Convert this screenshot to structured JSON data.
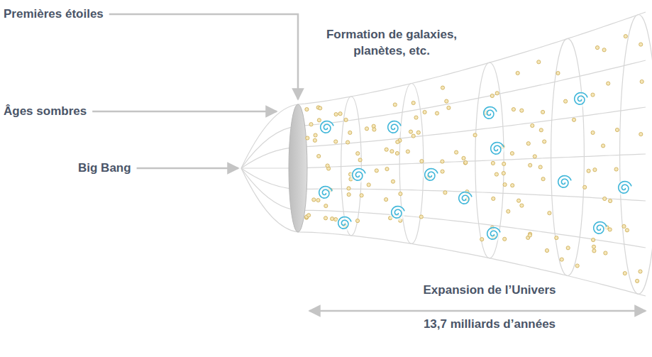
{
  "diagram": {
    "labels": [
      "Premières étoiles",
      "Âges sombres",
      "Big Bang",
      "Formation de galaxies, planètes, etc.",
      "Expansion de l’Univers",
      "13,7 milliards d’années"
    ]
  }
}
